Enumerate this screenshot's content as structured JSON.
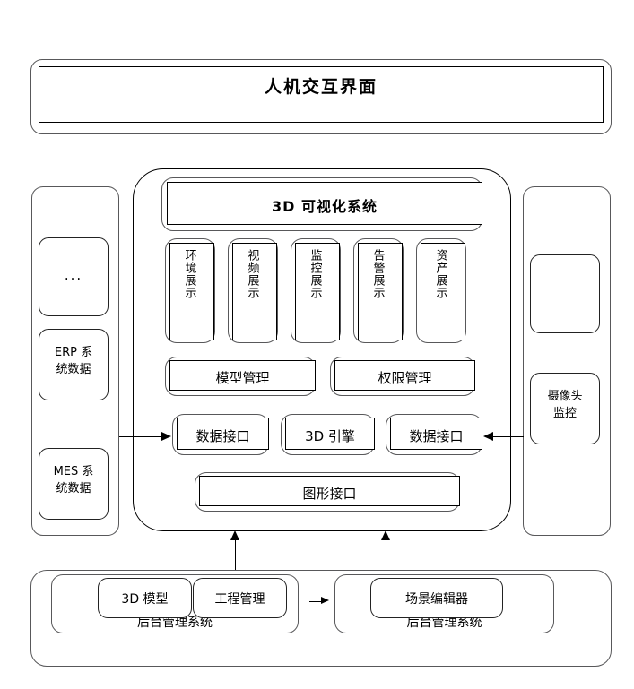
{
  "diagram": {
    "title_bar": {
      "label": "人机交互界面"
    },
    "center": {
      "visual_system": {
        "label": "3D 可视化系统"
      },
      "display_modules": [
        {
          "label": "环境展示"
        },
        {
          "label": "视频展示"
        },
        {
          "label": "监控展示"
        },
        {
          "label": "告警展示"
        },
        {
          "label": "资产展示"
        }
      ],
      "management": [
        {
          "label": "模型管理"
        },
        {
          "label": "权限管理"
        }
      ],
      "interfaces": [
        {
          "label": "数据接口"
        },
        {
          "label": "3D 引擎"
        },
        {
          "label": "数据接口"
        }
      ],
      "graphics_interface": {
        "label": "图形接口"
      }
    },
    "left_column": {
      "items": [
        {
          "label": "..."
        },
        {
          "label": "ERP 系\n统数据",
          "line1": "ERP 系",
          "line2": "统数据"
        },
        {
          "label": "MES 系\n统数据",
          "line1": "MES 系",
          "line2": "统数据"
        }
      ]
    },
    "right_column": {
      "items": [
        {
          "label": ""
        },
        {
          "label": "摄像头\n监控",
          "line1": "摄像头",
          "line2": "监控"
        }
      ]
    },
    "bottom": {
      "left_group": {
        "caption": "后台管理系统",
        "items": [
          {
            "label": "3D 模型"
          },
          {
            "label": "工程管理"
          }
        ]
      },
      "right_group": {
        "caption": "后台管理系统",
        "items": [
          {
            "label": "场景编辑器"
          }
        ]
      }
    },
    "connectors": [
      {
        "name": "left-data-in",
        "direction": "right"
      },
      {
        "name": "right-camera-in",
        "direction": "left"
      },
      {
        "name": "backend-to-graphics-left",
        "direction": "up"
      },
      {
        "name": "backend-to-graphics-right",
        "direction": "up"
      },
      {
        "name": "backend-left-to-right",
        "direction": "right"
      }
    ],
    "colors": {
      "stroke_outer": "#58585a",
      "stroke_inner": "#000000",
      "background": "#ffffff"
    }
  }
}
